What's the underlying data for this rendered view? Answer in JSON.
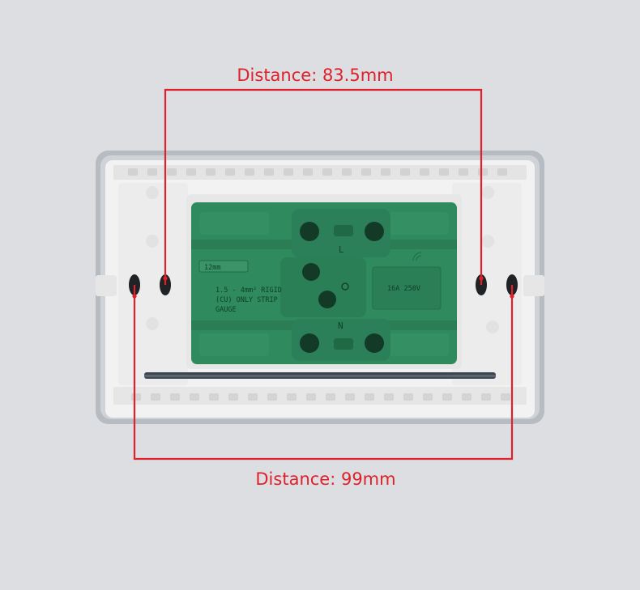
{
  "annotations": {
    "top": "Distance: 83.5mm",
    "bottom": "Distance: 99mm"
  },
  "module": {
    "strip_gauge_value": "12mm",
    "strip_gauge_lines": [
      "1.5 - 4mm² RIGID",
      "(CU) ONLY STRIP",
      "GAUGE"
    ],
    "terminal_top": "L",
    "terminal_bottom": "N",
    "rating": "16A 250V"
  },
  "colors": {
    "background": "#dcdee1",
    "frame": "#b7bcc2",
    "plate": "#f2f2f2",
    "module_green": "#2f8a5e",
    "module_dark": "#1f6a45",
    "annotation_red": "#e0202a"
  }
}
